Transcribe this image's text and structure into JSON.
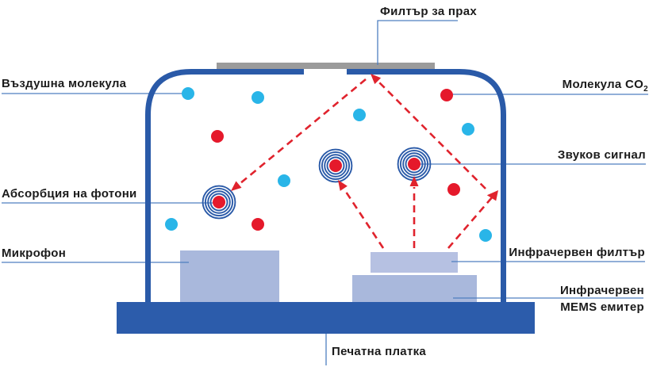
{
  "labels": {
    "dust_filter": "Филтър за прах",
    "air_molecule": "Въздушна молекула",
    "co2_molecule_main": "Молекула CO",
    "co2_molecule_sub": "2",
    "sound_signal": "Звуков сигнал",
    "photon_absorption": "Абсорбция на фотони",
    "microphone": "Микрофон",
    "ir_filter": "Инфрачервен филтър",
    "ir_emitter_line1": "Инфрачервен",
    "ir_emitter_line2": "MEMS емитер",
    "pcb": "Печатна платка"
  },
  "colors": {
    "outline-blue": "#2a5aa8",
    "pcb-blue": "#2c5cab",
    "block-light": "#a9b8dc",
    "block-light2": "#b6c1e2",
    "dot-blue": "#29b5e8",
    "dot-red": "#e5192b",
    "arrow-red": "#e0232d",
    "filter-gray": "#9b9b9b",
    "leader-blue": "#4f7fc0",
    "text": "#1b1b1b"
  }
}
